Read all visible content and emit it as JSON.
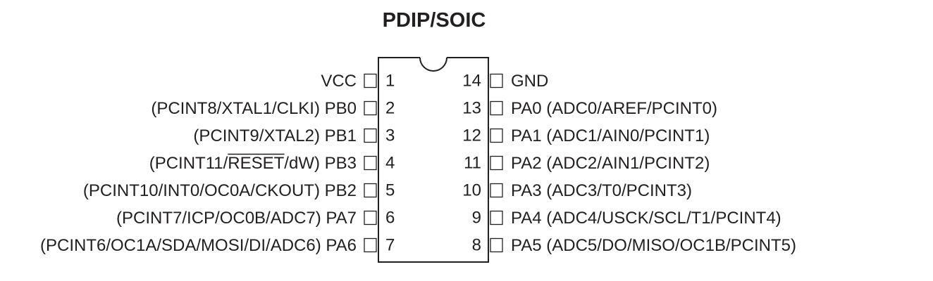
{
  "package": {
    "title": "PDIP/SOIC"
  },
  "left_pins": [
    {
      "number": "1",
      "pre": "",
      "over": "",
      "post": "",
      "port": "VCC"
    },
    {
      "number": "2",
      "pre": "(PCINT8/XTAL1/CLKI) ",
      "over": "",
      "post": "",
      "port": "PB0"
    },
    {
      "number": "3",
      "pre": "(PCINT9/XTAL2) ",
      "over": "",
      "post": "",
      "port": "PB1"
    },
    {
      "number": "4",
      "pre": "(PCINT11/",
      "over": "RESET",
      "post": "/dW) ",
      "port": "PB3"
    },
    {
      "number": "5",
      "pre": "(PCINT10/INT0/OC0A/CKOUT) ",
      "over": "",
      "post": "",
      "port": "PB2"
    },
    {
      "number": "6",
      "pre": "(PCINT7/ICP/OC0B/ADC7) ",
      "over": "",
      "post": "",
      "port": "PA7"
    },
    {
      "number": "7",
      "pre": "(PCINT6/OC1A/SDA/MOSI/DI/ADC6) ",
      "over": "",
      "post": "",
      "port": "PA6"
    }
  ],
  "right_pins": [
    {
      "number": "14",
      "port": "GND",
      "funcs": ""
    },
    {
      "number": "13",
      "port": "PA0",
      "funcs": " (ADC0/AREF/PCINT0)"
    },
    {
      "number": "12",
      "port": "PA1",
      "funcs": " (ADC1/AIN0/PCINT1)"
    },
    {
      "number": "11",
      "port": "PA2",
      "funcs": " (ADC2/AIN1/PCINT2)"
    },
    {
      "number": "10",
      "port": "PA3",
      "funcs": " (ADC3/T0/PCINT3)"
    },
    {
      "number": "9",
      "port": "PA4",
      "funcs": " (ADC4/USCK/SCL/T1/PCINT4)"
    },
    {
      "number": "8",
      "port": "PA5",
      "funcs": " (ADC5/DO/MISO/OC1B/PCINT5)"
    }
  ]
}
